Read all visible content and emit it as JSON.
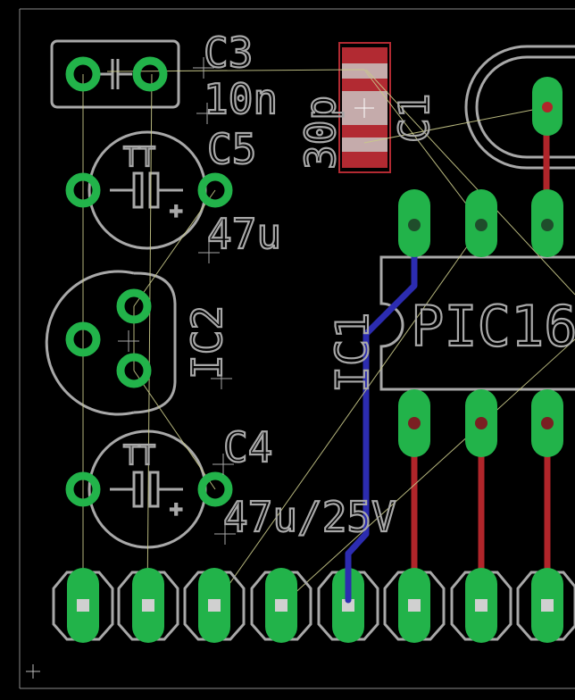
{
  "board": {
    "labels": {
      "c3_name": "C3",
      "c3_value": "10n",
      "c5_name": "C5",
      "c5_value": "47u",
      "ic2_name": "IC2",
      "c4_name": "C4",
      "c4_value": "47u/25V",
      "c1_name": "C1",
      "c1_value": "30p",
      "ic1_name": "IC1",
      "ic1_value": "PIC16",
      "tt1": "TT",
      "tt2": "TT",
      "plus1": "+",
      "plus2": "+"
    },
    "colors": {
      "background": "#000000",
      "pad": "#22b34a",
      "silkscreen": "#a8a8a8",
      "top_copper": "#b0252a",
      "bottom_copper": "#2c2cb0",
      "airwire": "#c9c98a"
    }
  }
}
